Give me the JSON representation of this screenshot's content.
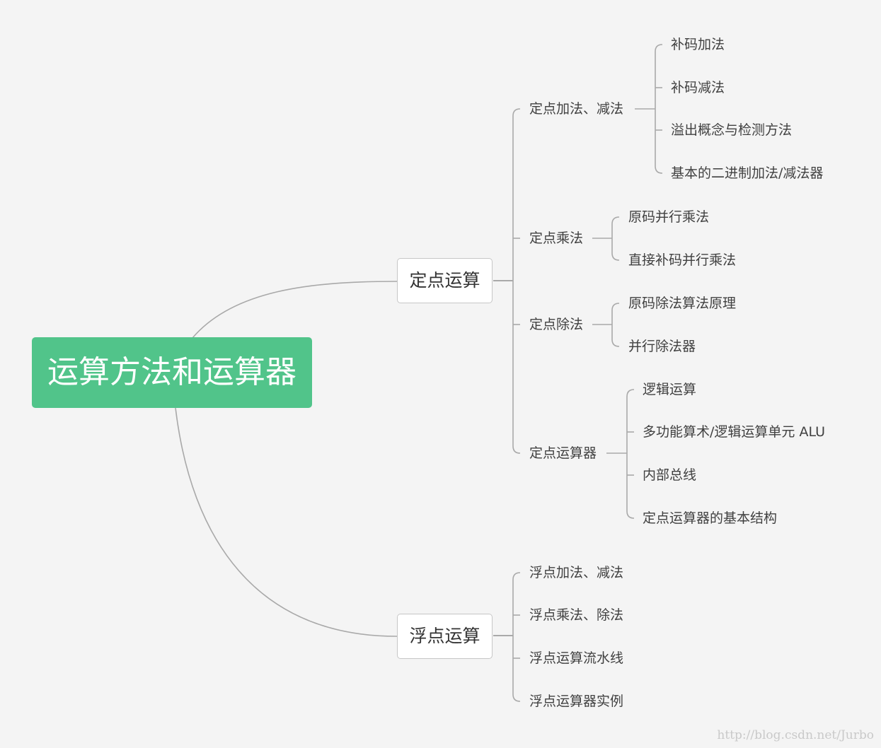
{
  "root": {
    "label": "运算方法和运算器"
  },
  "branches": [
    {
      "label": "定点运算",
      "children": [
        {
          "label": "定点加法、减法",
          "children": [
            "补码加法",
            "补码减法",
            "溢出概念与检测方法",
            "基本的二进制加法/减法器"
          ]
        },
        {
          "label": "定点乘法",
          "children": [
            "原码并行乘法",
            "直接补码并行乘法"
          ]
        },
        {
          "label": "定点除法",
          "children": [
            "原码除法算法原理",
            "并行除法器"
          ]
        },
        {
          "label": "定点运算器",
          "children": [
            "逻辑运算",
            "多功能算术/逻辑运算单元 ALU",
            "内部总线",
            "定点运算器的基本结构"
          ]
        }
      ]
    },
    {
      "label": "浮点运算",
      "children": [
        {
          "label": "浮点加法、减法",
          "children": []
        },
        {
          "label": "浮点乘法、除法",
          "children": []
        },
        {
          "label": "浮点运算流水线",
          "children": []
        },
        {
          "label": "浮点运算器实例",
          "children": []
        }
      ]
    }
  ],
  "watermark": "http://blog.csdn.net/Jurbo",
  "colors": {
    "root_fill": "#51c48a",
    "line": "#a9a9a9",
    "background": "#f4f4f4"
  }
}
